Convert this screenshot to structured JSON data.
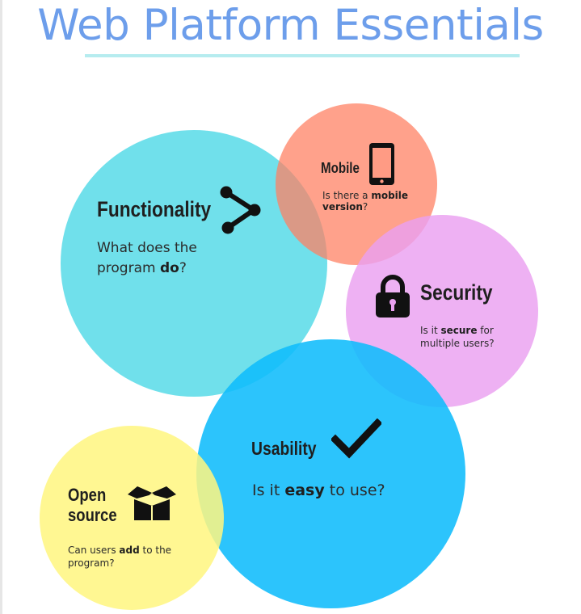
{
  "title": "Web Platform Essentials",
  "topics": {
    "functionality": {
      "heading": "Functionality",
      "desc_line1": "What does the",
      "desc_line2_pre": "program ",
      "desc_line2_bold": "do",
      "desc_line2_post": "?",
      "icon": "share-icon",
      "color": "#58dbe8"
    },
    "mobile": {
      "heading": "Mobile",
      "desc_line1_pre": "Is there a ",
      "desc_line1_bold": "mobile",
      "desc_line2_bold": "version",
      "desc_line2_post": "?",
      "icon": "smartphone-icon",
      "color": "#ff8062"
    },
    "security": {
      "heading": "Security",
      "desc_line1_pre": "Is it ",
      "desc_line1_bold": "secure",
      "desc_line1_post": " for",
      "desc_line2": "multiple users?",
      "icon": "padlock-icon",
      "color": "#eaa0f0"
    },
    "usability": {
      "heading": "Usability",
      "desc_pre": "Is it ",
      "desc_bold": "easy",
      "desc_post": " to use?",
      "icon": "checkmark-icon",
      "color": "#0fbcfc"
    },
    "open_source": {
      "heading_line1": "Open",
      "heading_line2": "source",
      "desc_line1_pre": "Can users ",
      "desc_line1_bold": "add",
      "desc_line1_post": " to the",
      "desc_line2": "program?",
      "icon": "open-box-icon",
      "color": "#fff680"
    }
  }
}
